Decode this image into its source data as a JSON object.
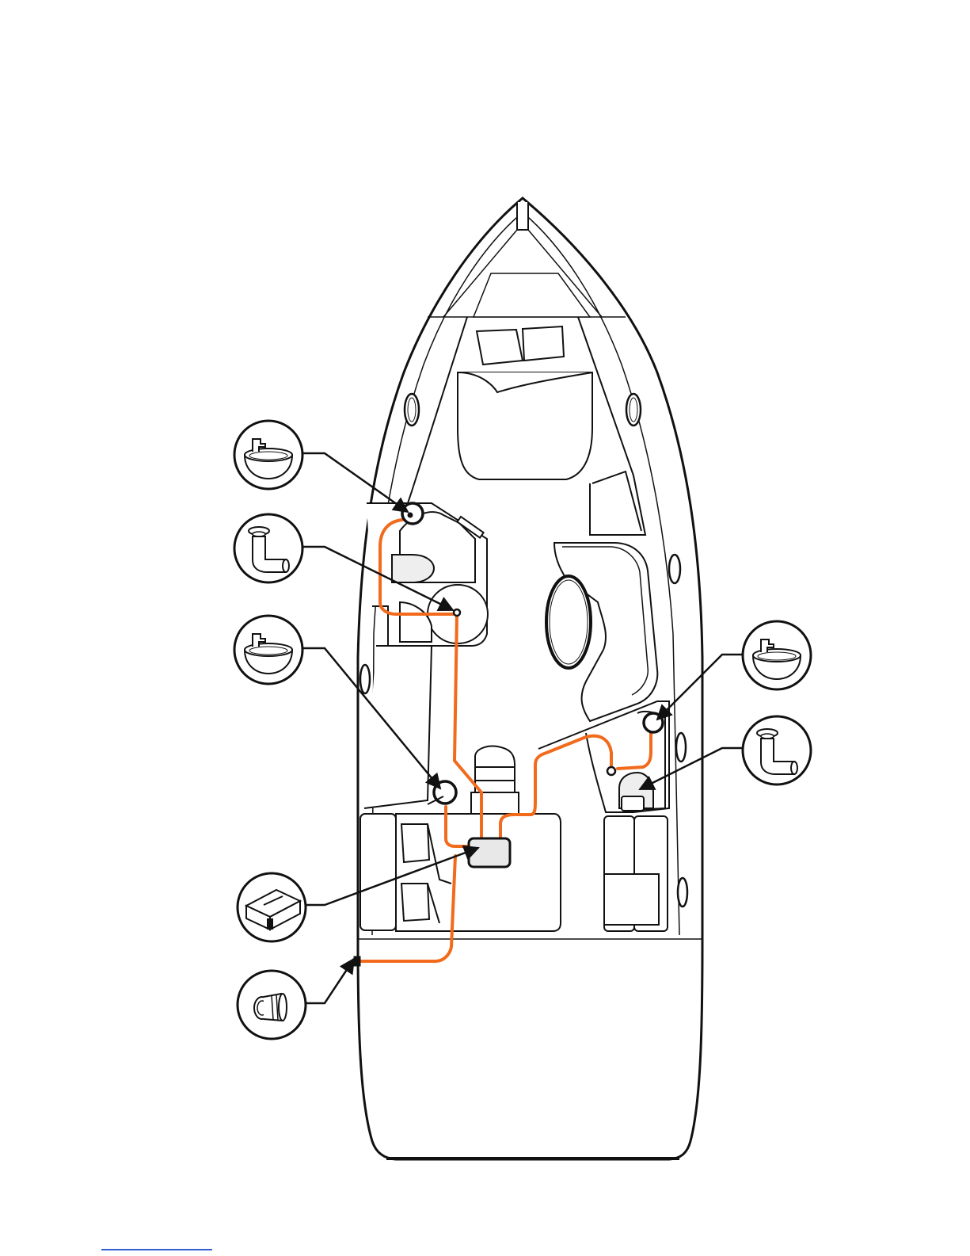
{
  "colors": {
    "pipe": "#f26a1b",
    "outline": "#111111",
    "fill": "#ffffff",
    "component_fill": "#e8e8e8",
    "rule": "#2f5fd0"
  },
  "callouts": [
    {
      "id": "sink-forward",
      "icon": "sink-icon",
      "side": "left"
    },
    {
      "id": "thru-hull-forward",
      "icon": "thru-hull-fitting-icon",
      "side": "left"
    },
    {
      "id": "sink-mid",
      "icon": "sink-icon",
      "side": "left"
    },
    {
      "id": "grey-water-sump",
      "icon": "sump-box-icon",
      "side": "left"
    },
    {
      "id": "overboard-discharge",
      "icon": "hull-fitting-icon",
      "side": "left"
    },
    {
      "id": "sink-starboard",
      "icon": "sink-icon",
      "side": "right"
    },
    {
      "id": "thru-hull-starboard",
      "icon": "thru-hull-fitting-icon",
      "side": "right"
    }
  ]
}
